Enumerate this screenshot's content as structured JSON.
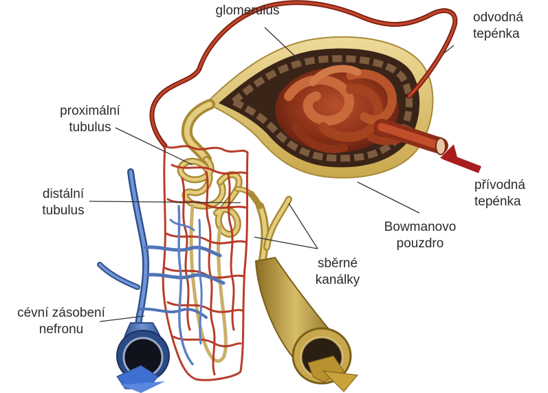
{
  "labels": {
    "glomerulus": "glomerulus",
    "efferent_line1": "odvodná",
    "efferent_line2": "tepénka",
    "proximal_line1": "proximální",
    "proximal_line2": "tubulus",
    "distal_line1": "distální",
    "distal_line2": "tubulus",
    "afferent_line1": "přívodná",
    "afferent_line2": "tepénka",
    "bowman_line1": "Bowmanovo",
    "bowman_line2": "pouzdro",
    "collecting_line1": "sběrné",
    "collecting_line2": "kanálky",
    "vascular_line1": "cévní zásobení",
    "vascular_line2": "nefronu"
  },
  "colors": {
    "artery": "#b5321f",
    "artery_dark": "#7a1c10",
    "vein": "#4f74b8",
    "tubule": "#d9bf6a",
    "tubule_dark": "#a98a35",
    "glomerulus": "#8c3218",
    "capsule_inner": "#3a2418",
    "arrow_red": "#a81d1d",
    "arrow_blue": "#3f6fd0",
    "arrow_gold": "#b8922e",
    "leader": "#333333"
  }
}
